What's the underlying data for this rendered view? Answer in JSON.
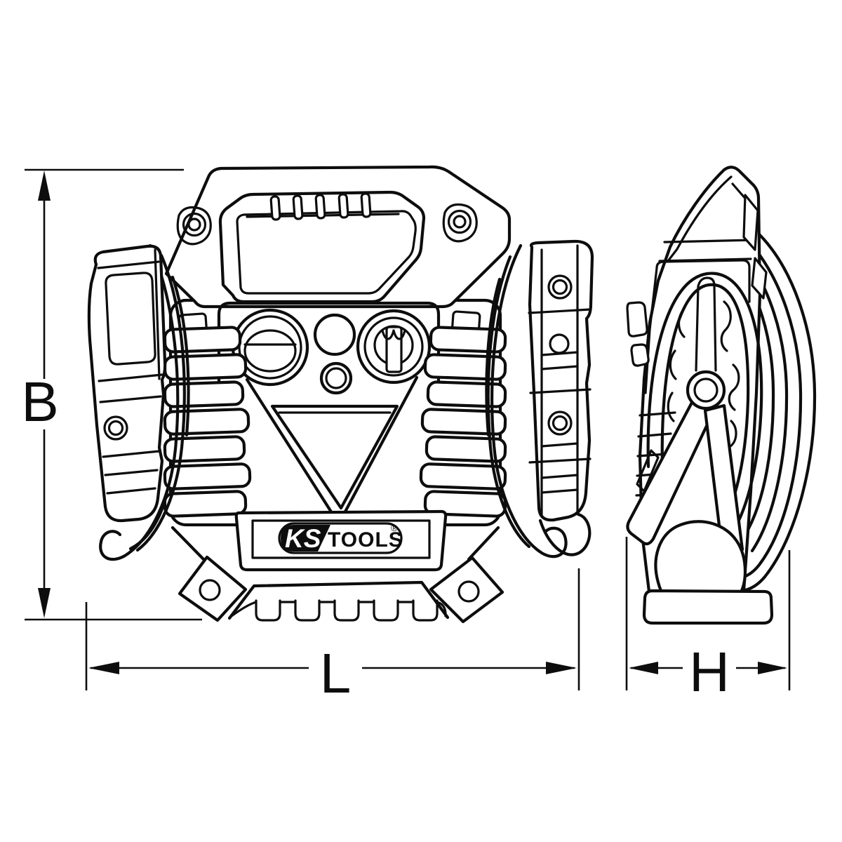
{
  "page": {
    "background": "#ffffff",
    "line_color": "#0d0d0d"
  },
  "diagram": {
    "type": "technical-dimension-drawing",
    "subject": "battery booster / jump starter with clamps and wrapped cables, front view and side view",
    "views": {
      "front": "front-view",
      "side": "side-view"
    },
    "dimensions": {
      "height_label": "B",
      "length_label": "L",
      "depth_label": "H"
    },
    "logo": {
      "left": "KS",
      "right": "TOOLS",
      "reg": "®"
    }
  }
}
